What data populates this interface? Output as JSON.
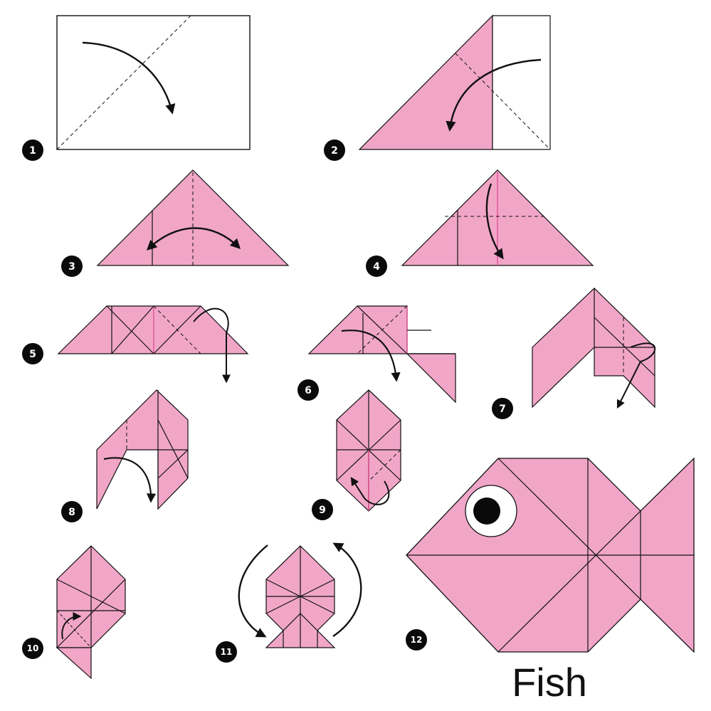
{
  "title": "Fish",
  "colors": {
    "paper": "#f1a6c8",
    "line": "#111111",
    "crease": "#e0458c",
    "badge": "#0a0a0a",
    "background": "#ffffff"
  },
  "steps": [
    {
      "label": "1"
    },
    {
      "label": "2"
    },
    {
      "label": "3"
    },
    {
      "label": "4"
    },
    {
      "label": "5"
    },
    {
      "label": "6"
    },
    {
      "label": "7"
    },
    {
      "label": "8"
    },
    {
      "label": "9"
    },
    {
      "label": "10"
    },
    {
      "label": "11"
    },
    {
      "label": "12"
    }
  ],
  "icons": {
    "fold_arrow": "curved-arrow-icon",
    "badge": "step-number-badge",
    "eye": "fish-eye"
  }
}
